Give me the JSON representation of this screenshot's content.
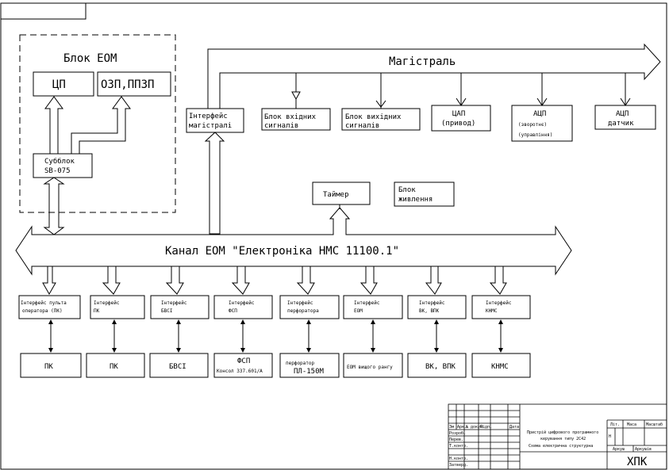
{
  "eom_block": {
    "title": "Блок ЕОМ",
    "cpu": "ЦП",
    "memory": "ОЗП,ППЗП",
    "subblock_line1": "Субблок",
    "subblock_line2": "SB-075"
  },
  "bus": {
    "magistral_label": "Магістраль",
    "interface_line1": "Інтерфейс",
    "interface_line2": "магістралі",
    "channel_label": "Канал ЕОМ \"Електроніка НМС 11100.1\""
  },
  "bus_modules": [
    {
      "line1": "Блок вхідних",
      "line2": "сигналів"
    },
    {
      "line1": "Блок вихідних",
      "line2": "сигналів"
    },
    {
      "line1": "ЦАП",
      "line2": "(привод)"
    },
    {
      "line1": "АЦП",
      "line2": "(зворотнє)",
      "line3": "(управління)"
    },
    {
      "line1": "АЦП",
      "line2": "датчик"
    }
  ],
  "timer": "Таймер",
  "power": {
    "line1": "Блок",
    "line2": "живлення"
  },
  "interfaces": [
    {
      "line1": "Інтерфейс пульта",
      "line2": "оператора (ПК)"
    },
    {
      "line1": "Інтерфейс",
      "line2": "ПК"
    },
    {
      "line1": "Інтерфейс",
      "line2": "БВСІ"
    },
    {
      "line1": "Інтерфейс",
      "line2": "ФСП"
    },
    {
      "line1": "Інтерфейс",
      "line2": "перфоратора"
    },
    {
      "line1": "Інтерфейс",
      "line2": "ЕОМ"
    },
    {
      "line1": "Інтерфейс",
      "line2": "ВК, ВПК"
    },
    {
      "line1": "Інтерфейс",
      "line2": "КНМС"
    }
  ],
  "devices": [
    {
      "line1": "ПК"
    },
    {
      "line1": "ПК"
    },
    {
      "line1": "БВСІ"
    },
    {
      "line1": "ФСП",
      "line2": "Консол 337.601/А"
    },
    {
      "line1": "перфоратор",
      "line2": "ПЛ-150М"
    },
    {
      "line1": "ЕОМ вищого рангу"
    },
    {
      "line1": "ВК, ВПК"
    },
    {
      "line1": "КНМС"
    }
  ],
  "title_block": {
    "title_line1": "Пристрій цифрового програмного",
    "title_line2": "керування типу 2С42",
    "title_line3": "Схема електрична структурна",
    "org": "ХПК",
    "col_headers": [
      "Зм",
      "Арк.",
      "№ докум.",
      "Підп.",
      "Дата"
    ],
    "role_labels": [
      "Розроб.",
      "Перев.",
      "Т.контр.",
      "Н.контр.",
      "Затверд."
    ],
    "lit_header": "Літ.",
    "mass_header": "Маса",
    "scale_header": "Масштаб",
    "sheet_label": "Аркуш",
    "sheets_label": "Аркушів",
    "letter": "Н"
  }
}
